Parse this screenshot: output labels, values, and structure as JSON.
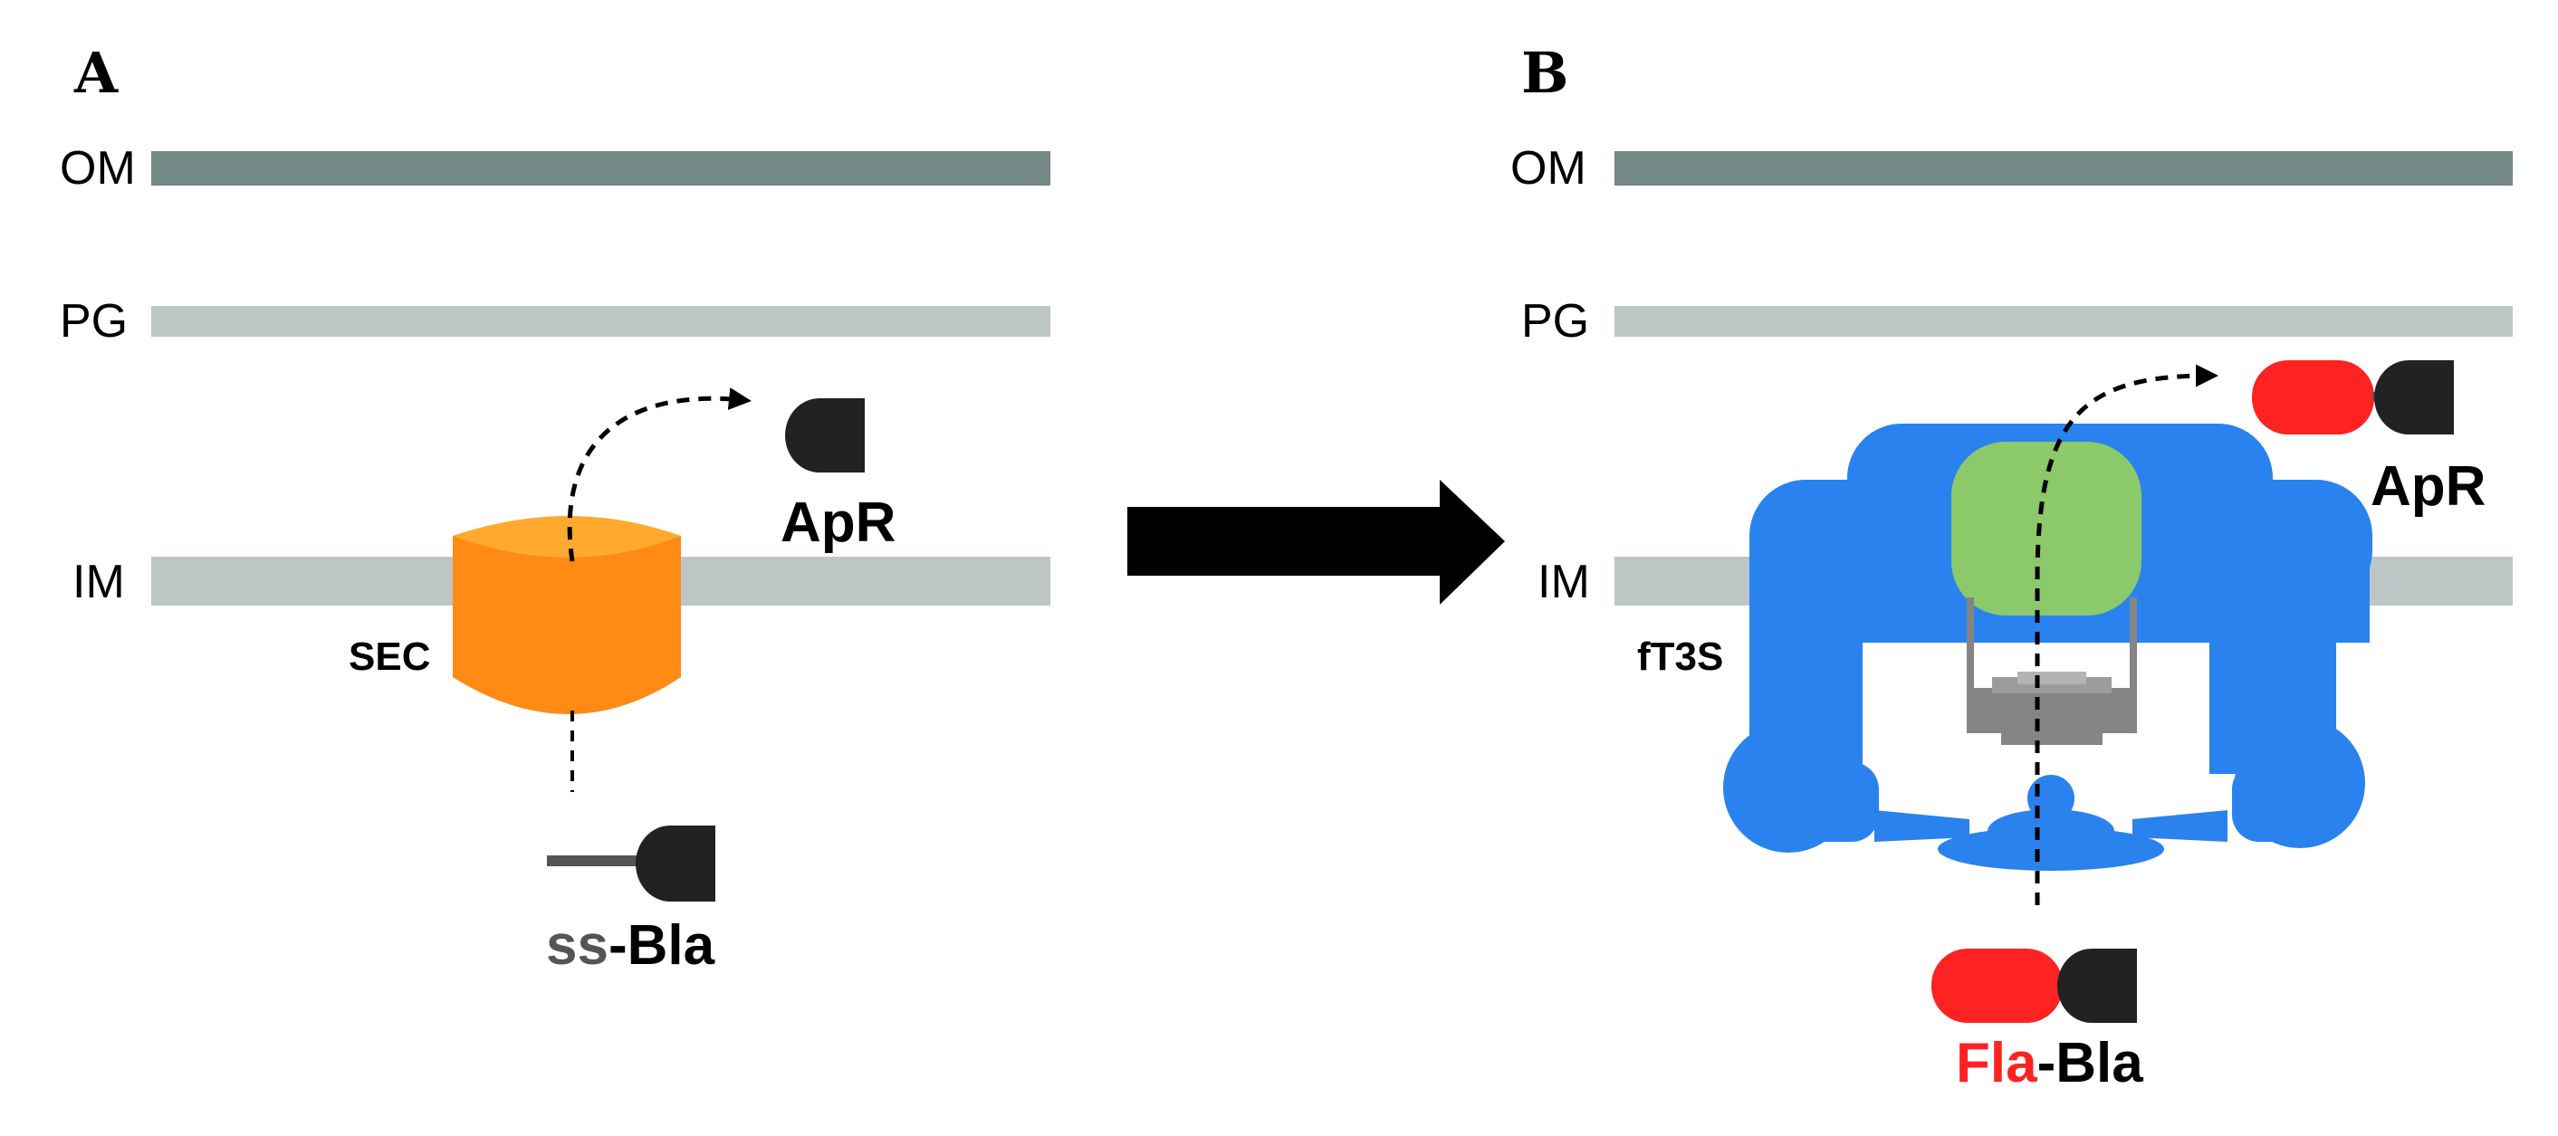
{
  "panels": {
    "a": {
      "label": "A",
      "layers": {
        "om": "OM",
        "pg": "PG",
        "im": "IM"
      },
      "transporter_label": "SEC",
      "product_label": "ApR",
      "substrate_prefix": "ss",
      "substrate_suffix": "-Bla"
    },
    "b": {
      "label": "B",
      "layers": {
        "om": "OM",
        "pg": "PG",
        "im": "IM"
      },
      "transporter_label": "fT3S",
      "product_label": "ApR",
      "substrate_prefix": "Fla",
      "substrate_suffix": "-Bla"
    }
  },
  "colors": {
    "outer_membrane": "#748886",
    "peptidoglycan": "#bcc6c4",
    "inner_membrane": "#bcc6c4",
    "sec_body": "#ff8a14",
    "sec_top": "#ffaa2e",
    "ft3s_body": "#2a82ee",
    "ft3s_gate": "#8cc96a",
    "atpase": "#858585",
    "bla": "#222222",
    "signal_seq": "#555555",
    "flagellin": "#ff2222",
    "arrow": "#000000"
  },
  "icons": {
    "process_arrow": "right-arrow-icon",
    "export_path": "dashed-curved-arrow-icon"
  }
}
